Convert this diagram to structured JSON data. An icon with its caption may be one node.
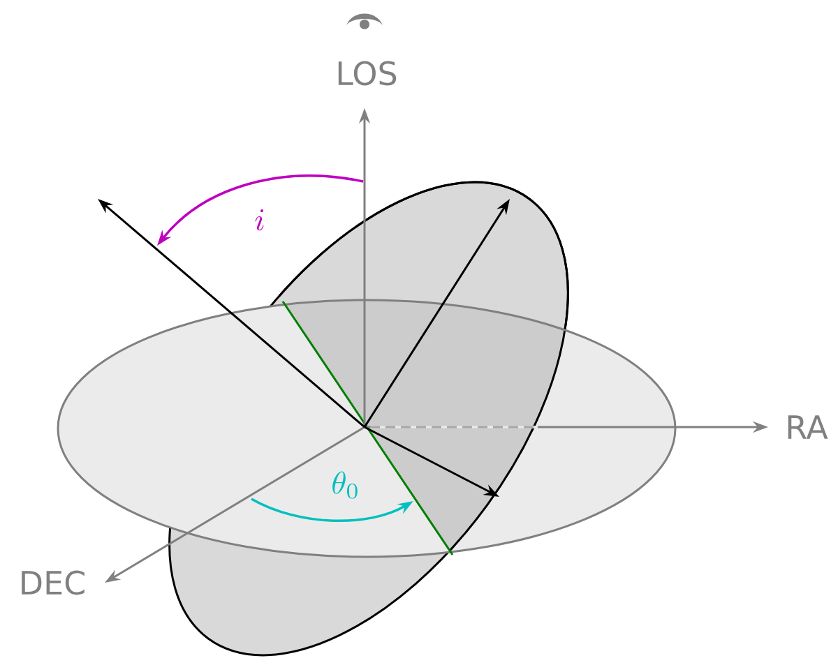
{
  "diagram": {
    "labels": [
      "LOS",
      "RA",
      "DEC",
      "i",
      "\\theta_{0}"
    ]
  }
}
